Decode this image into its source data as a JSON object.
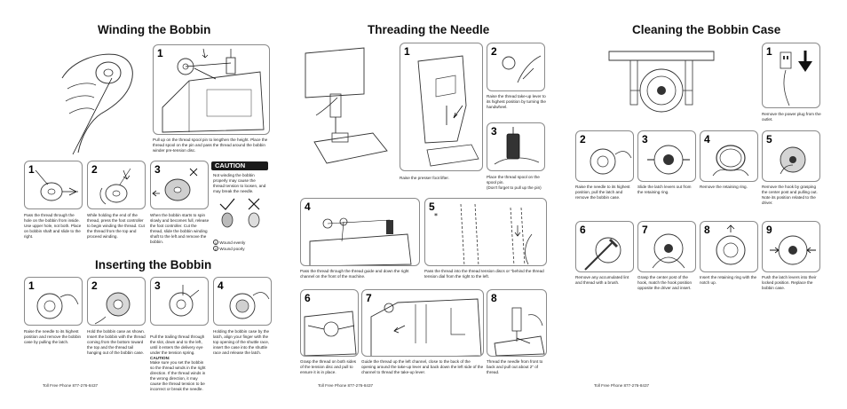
{
  "sections": {
    "winding": "Winding the Bobbin",
    "inserting": "Inserting the Bobbin",
    "threading": "Threading the Needle",
    "cleaning": "Cleaning the Bobbin Case"
  },
  "footer": "Toll Free Phone 877-276-8437",
  "winding": {
    "step1_num": "1",
    "step1_text": "Pull up on the thread spool pin to lengthen the height. Place the thread spool on the pin and pass the thread around the bobbin winder pre-tension disc.",
    "a_num": "1",
    "a_text": "Pass the thread through the hole on the bobbin from inside. Use upper hole, not both. Place on bobbin shaft and slide to the right.",
    "b_num": "2",
    "b_text": "While holding the end of the thread, press the foot controller to begin winding the thread. Cut the thread from the top and proceed winding.",
    "c_num": "3",
    "c_text": "When the bobbin starts to spin slowly and becomes full, release the foot controller. Cut the thread, slide the bobbin winding shaft to the left and remove the bobbin.",
    "caution_title": "CAUTION",
    "caution_text": "Not winding the bobbin properly may cause the thread tension to loosen, and may break the needle.",
    "legend1_mark": "1",
    "legend1": "Wound evenly",
    "legend2_mark": "2",
    "legend2": "Wound poorly"
  },
  "inserting": {
    "s1_num": "1",
    "s1_text": "Raise the needle to its highest position and remove the bobbin case by pulling the latch.",
    "s2_num": "2",
    "s2_text": "Hold the bobbin case as shown. Insert the bobbin with the thread coming from the bottom toward the top and the thread tail hanging out of the bobbin case.",
    "s3_num": "3",
    "s3_text_a": "Pull the trailing thread through the slot, down and to the left, until it enters the delivery eye under the tension spring.",
    "s3_caution": "CAUTION:",
    "s3_text_b": "Make sure you set the bobbin so the thread winds in the right direction. If the thread winds in the wrong direction, it may cause the thread tension to be incorrect or break the needle.",
    "s4_num": "4",
    "s4_text": "Holding the bobbin case by the latch, align your finger with the top opening of the shuttle race, insert the case into the shuttle race and release the latch."
  },
  "threading": {
    "main_text": "Raise the presser foot lifter.",
    "s1_num": "1",
    "s2_num": "2",
    "s2_text": "Raise the thread take-up lever to its highest position by turning the handwheel.",
    "s3_num": "3",
    "s3_text": "Place the thread spool on the spool pin.\n(Don't forget to pull up the pin)",
    "s4_num": "4",
    "s4_text": "Pass the thread through the thread guide and down the right channel on the front of the machine.",
    "s5_num": "5",
    "s5_text": "Pass the thread into the thread tension discs or \"behind the thread tension dial from the right to the left.",
    "s6_num": "6",
    "s6_text": "Grasp the thread on both sides of the tension disc and pull to ensure it is in place.",
    "s7_num": "7",
    "s7_text": "Guide the thread up the left channel, close to the back of the opening around the take-up lever and back down the left side of the channel to thread the take-up lever.",
    "s8_num": "8",
    "s8_text": "Thread the needle from front to back and pull out about 2\" of thread."
  },
  "cleaning": {
    "s1_num": "1",
    "s1_text": "Remove the power plug from the outlet.",
    "s2_num": "2",
    "s2_text": "Raise the needle to its highest position, pull the latch and remove the bobbin case.",
    "s3_num": "3",
    "s3_text": "Slide the latch levers out from the retaining ring.",
    "s4_num": "4",
    "s4_text": "Remove the retaining ring.",
    "s5_num": "5",
    "s5_text": "Remove the hook by grasping the center post and pulling out. Note its position related to the driver.",
    "s6_num": "6",
    "s6_text": "Remove any accumulated lint and thread with a brush.",
    "s7_num": "7",
    "s7_text": "Grasp the center post of the hook, match the hook position opposite the driver and insert.",
    "s8_num": "8",
    "s8_text": "Insert the retaining ring with the notch up.",
    "s9_num": "9",
    "s9_text": "Push the latch levers into their locked position. Replace the bobbin case."
  }
}
